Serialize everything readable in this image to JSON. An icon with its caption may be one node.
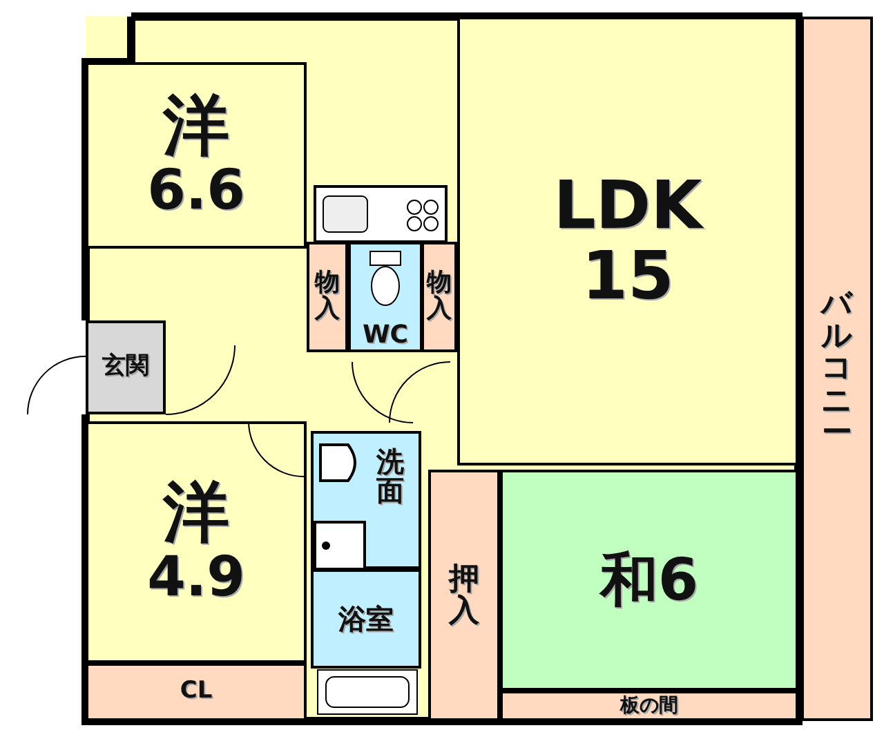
{
  "diagram": {
    "nodes": [
      {
        "text": [
          "洋",
          "6.6"
        ]
      },
      {
        "text": [
          "LDK",
          "15"
        ]
      },
      {
        "text": [
          "物入"
        ]
      },
      {
        "text": [
          "WC"
        ]
      },
      {
        "text": [
          "物入"
        ]
      },
      {
        "text": [
          "玄関"
        ]
      },
      {
        "text": [
          "洋",
          "4.9"
        ]
      },
      {
        "text": [
          "洗面"
        ]
      },
      {
        "text": [
          "浴室"
        ]
      },
      {
        "text": [
          "押入"
        ]
      },
      {
        "text": [
          "和6"
        ]
      },
      {
        "text": [
          "板の間"
        ]
      },
      {
        "text": [
          "CL"
        ]
      },
      {
        "text": [
          "バルコニー"
        ]
      }
    ]
  }
}
